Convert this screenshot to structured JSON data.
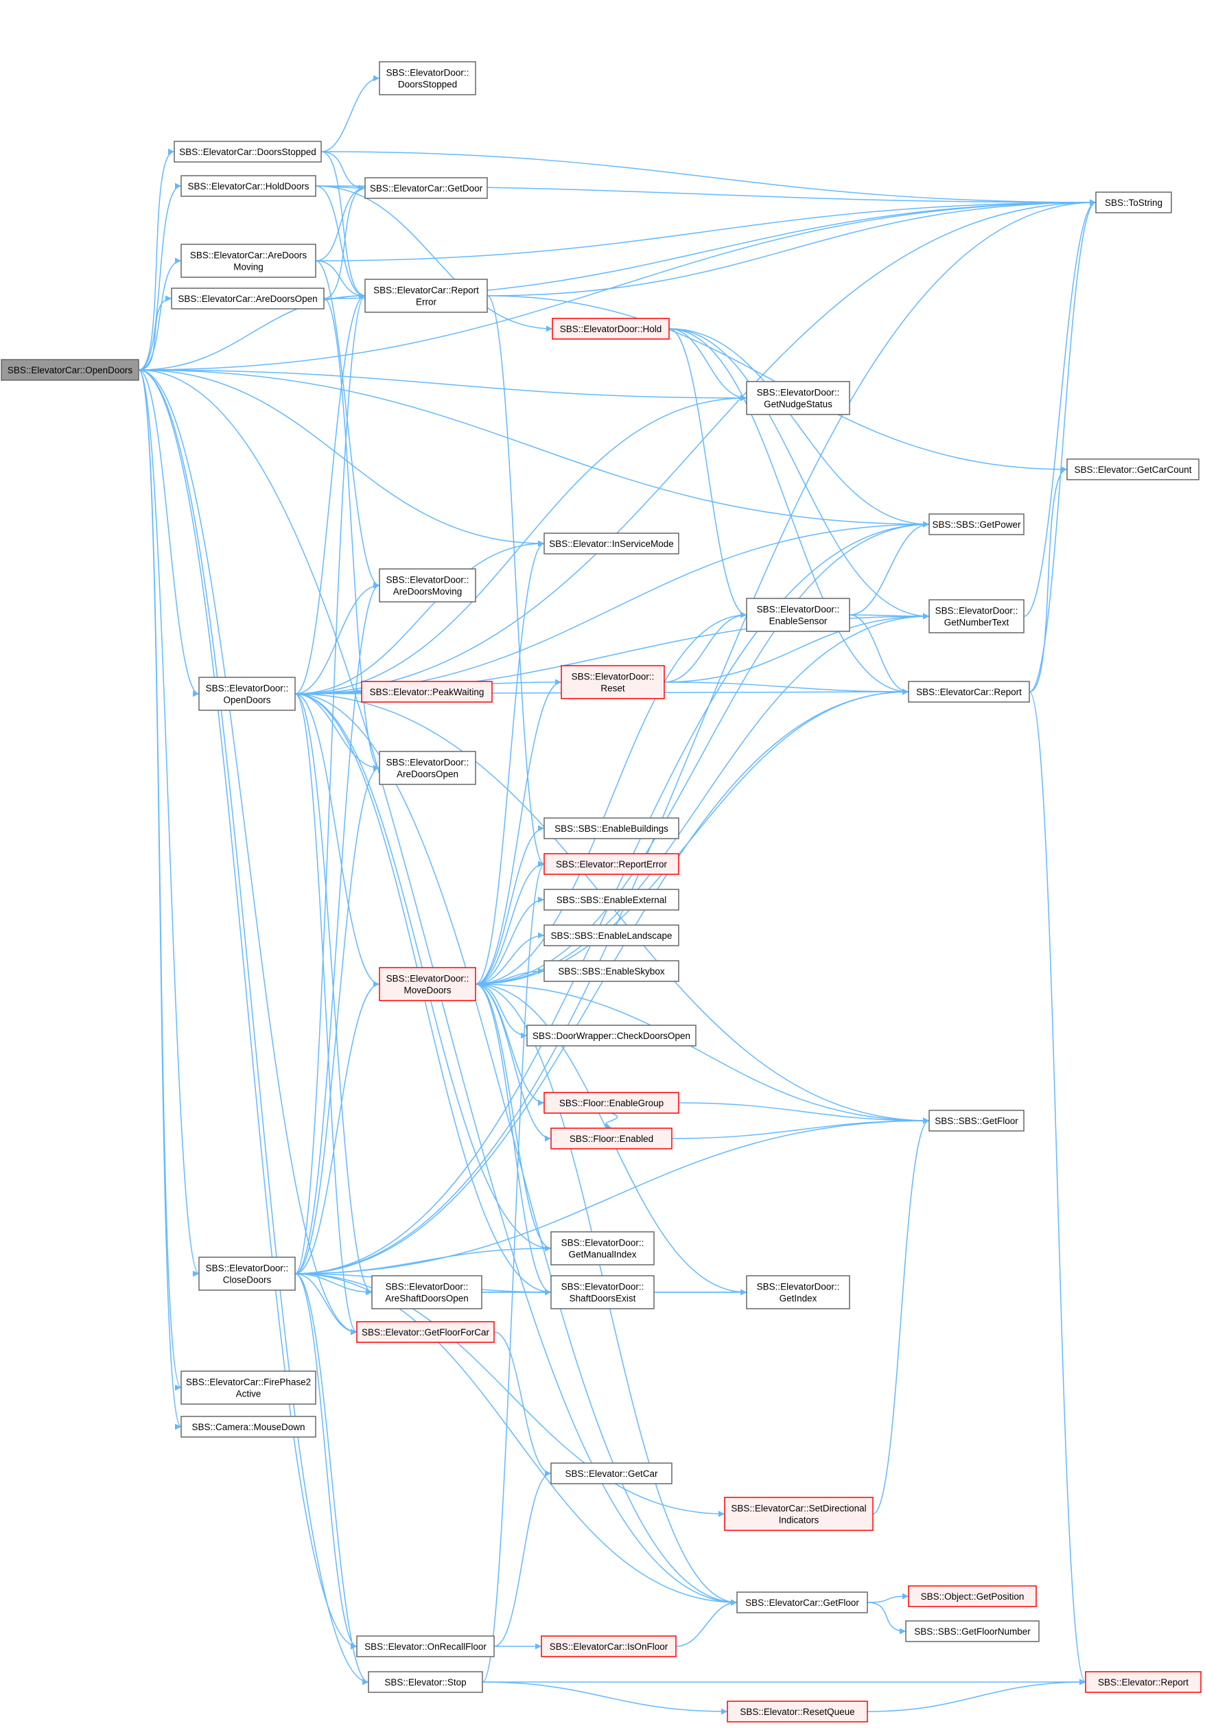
{
  "colors": {
    "edge": "#63b8ff",
    "node_fill": "#ffffff",
    "node_stroke": "#666666",
    "root_fill": "#999999",
    "root_stroke": "#666666",
    "truncated_fill": "#fff0f0",
    "truncated_stroke": "#ff0000"
  },
  "nodes": [
    {
      "id": "opendoors_car",
      "lines": [
        "SBS::ElevatorCar::OpenDoors"
      ],
      "style": "root"
    },
    {
      "id": "tostring",
      "lines": [
        "SBS::ToString"
      ],
      "style": "normal"
    },
    {
      "id": "door_doorsstopped",
      "lines": [
        "SBS::ElevatorDoor::",
        "DoorsStopped"
      ],
      "style": "normal"
    },
    {
      "id": "car_doorsstopped",
      "lines": [
        "SBS::ElevatorCar::DoorsStopped"
      ],
      "style": "normal"
    },
    {
      "id": "car_holddoors",
      "lines": [
        "SBS::ElevatorCar::HoldDoors"
      ],
      "style": "normal"
    },
    {
      "id": "car_getdoor",
      "lines": [
        "SBS::ElevatorCar::GetDoor"
      ],
      "style": "normal"
    },
    {
      "id": "car_aredoorsmoving",
      "lines": [
        "SBS::ElevatorCar::AreDoors",
        "Moving"
      ],
      "style": "normal"
    },
    {
      "id": "car_aredoorsopen",
      "lines": [
        "SBS::ElevatorCar::AreDoorsOpen"
      ],
      "style": "normal"
    },
    {
      "id": "car_reporterror",
      "lines": [
        "SBS::ElevatorCar::Report",
        "Error"
      ],
      "style": "normal"
    },
    {
      "id": "door_hold",
      "lines": [
        "SBS::ElevatorDoor::Hold"
      ],
      "style": "truncated"
    },
    {
      "id": "door_getnudgestatus",
      "lines": [
        "SBS::ElevatorDoor::",
        "GetNudgeStatus"
      ],
      "style": "normal"
    },
    {
      "id": "elev_getcarcount",
      "lines": [
        "SBS::Elevator::GetCarCount"
      ],
      "style": "normal"
    },
    {
      "id": "sbs_getpower",
      "lines": [
        "SBS::SBS::GetPower"
      ],
      "style": "normal"
    },
    {
      "id": "elev_inservicemode",
      "lines": [
        "SBS::Elevator::InServiceMode"
      ],
      "style": "normal"
    },
    {
      "id": "door_aredoorsmoving",
      "lines": [
        "SBS::ElevatorDoor::",
        "AreDoorsMoving"
      ],
      "style": "normal"
    },
    {
      "id": "door_enablesensor",
      "lines": [
        "SBS::ElevatorDoor::",
        "EnableSensor"
      ],
      "style": "normal"
    },
    {
      "id": "door_getnumbertext",
      "lines": [
        "SBS::ElevatorDoor::",
        "GetNumberText"
      ],
      "style": "normal"
    },
    {
      "id": "door_reset",
      "lines": [
        "SBS::ElevatorDoor::",
        "Reset"
      ],
      "style": "truncated"
    },
    {
      "id": "door_opendoors",
      "lines": [
        "SBS::ElevatorDoor::",
        "OpenDoors"
      ],
      "style": "normal"
    },
    {
      "id": "elev_peakwaiting",
      "lines": [
        "SBS::Elevator::PeakWaiting"
      ],
      "style": "truncated"
    },
    {
      "id": "car_report",
      "lines": [
        "SBS::ElevatorCar::Report"
      ],
      "style": "normal"
    },
    {
      "id": "door_aredoorsopen",
      "lines": [
        "SBS::ElevatorDoor::",
        "AreDoorsOpen"
      ],
      "style": "normal"
    },
    {
      "id": "sbs_enablebuildings",
      "lines": [
        "SBS::SBS::EnableBuildings"
      ],
      "style": "normal"
    },
    {
      "id": "elev_reporterror",
      "lines": [
        "SBS::Elevator::ReportError"
      ],
      "style": "truncated"
    },
    {
      "id": "sbs_enableexternal",
      "lines": [
        "SBS::SBS::EnableExternal"
      ],
      "style": "normal"
    },
    {
      "id": "sbs_enablelandscape",
      "lines": [
        "SBS::SBS::EnableLandscape"
      ],
      "style": "normal"
    },
    {
      "id": "sbs_enableskybox",
      "lines": [
        "SBS::SBS::EnableSkybox"
      ],
      "style": "normal"
    },
    {
      "id": "door_movedoors",
      "lines": [
        "SBS::ElevatorDoor::",
        "MoveDoors"
      ],
      "style": "truncated"
    },
    {
      "id": "doorwrapper_checkdoorsopen",
      "lines": [
        "SBS::DoorWrapper::CheckDoorsOpen"
      ],
      "style": "normal"
    },
    {
      "id": "floor_enablegroup",
      "lines": [
        "SBS::Floor::EnableGroup"
      ],
      "style": "truncated"
    },
    {
      "id": "sbs_getfloor",
      "lines": [
        "SBS::SBS::GetFloor"
      ],
      "style": "normal"
    },
    {
      "id": "floor_enabled",
      "lines": [
        "SBS::Floor::Enabled"
      ],
      "style": "truncated"
    },
    {
      "id": "door_getmanualindex",
      "lines": [
        "SBS::ElevatorDoor::",
        "GetManualIndex"
      ],
      "style": "normal"
    },
    {
      "id": "door_closedoors",
      "lines": [
        "SBS::ElevatorDoor::",
        "CloseDoors"
      ],
      "style": "normal"
    },
    {
      "id": "door_areshaftdoorsopen",
      "lines": [
        "SBS::ElevatorDoor::",
        "AreShaftDoorsOpen"
      ],
      "style": "normal"
    },
    {
      "id": "door_shaftdoorsexist",
      "lines": [
        "SBS::ElevatorDoor::",
        "ShaftDoorsExist"
      ],
      "style": "normal"
    },
    {
      "id": "door_getindex",
      "lines": [
        "SBS::ElevatorDoor::",
        "GetIndex"
      ],
      "style": "normal"
    },
    {
      "id": "elev_getfloorforcar",
      "lines": [
        "SBS::Elevator::GetFloorForCar"
      ],
      "style": "truncated"
    },
    {
      "id": "car_firephase2active",
      "lines": [
        "SBS::ElevatorCar::FirePhase2",
        "Active"
      ],
      "style": "normal"
    },
    {
      "id": "camera_mousedown",
      "lines": [
        "SBS::Camera::MouseDown"
      ],
      "style": "normal"
    },
    {
      "id": "elev_getcar",
      "lines": [
        "SBS::Elevator::GetCar"
      ],
      "style": "normal"
    },
    {
      "id": "car_setdirectionalindicators",
      "lines": [
        "SBS::ElevatorCar::SetDirectional",
        "Indicators"
      ],
      "style": "truncated"
    },
    {
      "id": "car_getfloor",
      "lines": [
        "SBS::ElevatorCar::GetFloor"
      ],
      "style": "normal"
    },
    {
      "id": "object_getposition",
      "lines": [
        "SBS::Object::GetPosition"
      ],
      "style": "truncated"
    },
    {
      "id": "sbs_getfloornumber",
      "lines": [
        "SBS::SBS::GetFloorNumber"
      ],
      "style": "normal"
    },
    {
      "id": "elev_onrecallfloor",
      "lines": [
        "SBS::Elevator::OnRecallFloor"
      ],
      "style": "normal"
    },
    {
      "id": "car_isonfloor",
      "lines": [
        "SBS::ElevatorCar::IsOnFloor"
      ],
      "style": "truncated"
    },
    {
      "id": "elev_stop",
      "lines": [
        "SBS::Elevator::Stop"
      ],
      "style": "normal"
    },
    {
      "id": "elev_report",
      "lines": [
        "SBS::Elevator::Report"
      ],
      "style": "truncated"
    },
    {
      "id": "elev_resetqueue",
      "lines": [
        "SBS::Elevator::ResetQueue"
      ],
      "style": "truncated"
    }
  ],
  "edges": [
    [
      "opendoors_car",
      "tostring"
    ],
    [
      "opendoors_car",
      "car_doorsstopped"
    ],
    [
      "opendoors_car",
      "car_holddoors"
    ],
    [
      "opendoors_car",
      "car_aredoorsmoving"
    ],
    [
      "opendoors_car",
      "car_aredoorsopen"
    ],
    [
      "opendoors_car",
      "car_reporterror"
    ],
    [
      "opendoors_car",
      "door_getnudgestatus"
    ],
    [
      "opendoors_car",
      "sbs_getpower"
    ],
    [
      "opendoors_car",
      "elev_inservicemode"
    ],
    [
      "opendoors_car",
      "door_opendoors"
    ],
    [
      "opendoors_car",
      "door_closedoors"
    ],
    [
      "opendoors_car",
      "car_firephase2active"
    ],
    [
      "opendoors_car",
      "camera_mousedown"
    ],
    [
      "opendoors_car",
      "elev_onrecallfloor"
    ],
    [
      "opendoors_car",
      "elev_stop"
    ],
    [
      "opendoors_car",
      "car_getfloor"
    ],
    [
      "opendoors_car",
      "elev_getfloorforcar"
    ],
    [
      "car_doorsstopped",
      "door_doorsstopped"
    ],
    [
      "car_doorsstopped",
      "car_getdoor"
    ],
    [
      "car_doorsstopped",
      "car_reporterror"
    ],
    [
      "car_doorsstopped",
      "tostring"
    ],
    [
      "car_holddoors",
      "car_getdoor"
    ],
    [
      "car_holddoors",
      "car_reporterror"
    ],
    [
      "car_holddoors",
      "door_hold"
    ],
    [
      "car_holddoors",
      "tostring"
    ],
    [
      "car_aredoorsmoving",
      "car_getdoor"
    ],
    [
      "car_aredoorsmoving",
      "car_reporterror"
    ],
    [
      "car_aredoorsmoving",
      "door_aredoorsmoving"
    ],
    [
      "car_aredoorsmoving",
      "tostring"
    ],
    [
      "car_aredoorsopen",
      "car_getdoor"
    ],
    [
      "car_aredoorsopen",
      "car_reporterror"
    ],
    [
      "car_aredoorsopen",
      "door_aredoorsopen"
    ],
    [
      "car_aredoorsopen",
      "tostring"
    ],
    [
      "car_reporterror",
      "elev_getcarcount"
    ],
    [
      "car_reporterror",
      "elev_reporterror"
    ],
    [
      "car_reporterror",
      "tostring"
    ],
    [
      "door_hold",
      "door_getnudgestatus"
    ],
    [
      "door_hold",
      "sbs_getpower"
    ],
    [
      "door_hold",
      "door_enablesensor"
    ],
    [
      "door_hold",
      "door_getnumbertext"
    ],
    [
      "door_hold",
      "car_report"
    ],
    [
      "door_enablesensor",
      "sbs_getpower"
    ],
    [
      "door_enablesensor",
      "door_getnumbertext"
    ],
    [
      "door_enablesensor",
      "car_report"
    ],
    [
      "door_reset",
      "door_enablesensor"
    ],
    [
      "door_reset",
      "door_getnumbertext"
    ],
    [
      "door_reset",
      "car_report"
    ],
    [
      "door_getnumbertext",
      "tostring"
    ],
    [
      "car_report",
      "tostring"
    ],
    [
      "car_report",
      "elev_getcarcount"
    ],
    [
      "car_report",
      "elev_report"
    ],
    [
      "door_opendoors",
      "door_getnudgestatus"
    ],
    [
      "door_opendoors",
      "sbs_getpower"
    ],
    [
      "door_opendoors",
      "elev_inservicemode"
    ],
    [
      "door_opendoors",
      "door_aredoorsmoving"
    ],
    [
      "door_opendoors",
      "door_reset"
    ],
    [
      "door_opendoors",
      "elev_peakwaiting"
    ],
    [
      "door_opendoors",
      "car_report"
    ],
    [
      "door_opendoors",
      "door_aredoorsopen"
    ],
    [
      "door_opendoors",
      "door_movedoors"
    ],
    [
      "door_opendoors",
      "door_getmanualindex"
    ],
    [
      "door_opendoors",
      "door_areshaftdoorsopen"
    ],
    [
      "door_opendoors",
      "door_shaftdoorsexist"
    ],
    [
      "door_opendoors",
      "elev_getfloorforcar"
    ],
    [
      "door_opendoors",
      "sbs_getfloor"
    ],
    [
      "door_opendoors",
      "car_reporterror"
    ],
    [
      "door_opendoors",
      "door_getnumbertext"
    ],
    [
      "door_opendoors",
      "tostring"
    ],
    [
      "door_opendoors",
      "car_getfloor"
    ],
    [
      "door_movedoors",
      "elev_inservicemode"
    ],
    [
      "door_movedoors",
      "sbs_getpower"
    ],
    [
      "door_movedoors",
      "door_enablesensor"
    ],
    [
      "door_movedoors",
      "door_reset"
    ],
    [
      "door_movedoors",
      "door_getnumbertext"
    ],
    [
      "door_movedoors",
      "car_report"
    ],
    [
      "door_movedoors",
      "sbs_enablebuildings"
    ],
    [
      "door_movedoors",
      "elev_reporterror"
    ],
    [
      "door_movedoors",
      "sbs_enableexternal"
    ],
    [
      "door_movedoors",
      "sbs_enablelandscape"
    ],
    [
      "door_movedoors",
      "sbs_enableskybox"
    ],
    [
      "door_movedoors",
      "doorwrapper_checkdoorsopen"
    ],
    [
      "door_movedoors",
      "floor_enablegroup"
    ],
    [
      "door_movedoors",
      "floor_enabled"
    ],
    [
      "door_movedoors",
      "sbs_getfloor"
    ],
    [
      "door_movedoors",
      "door_getmanualindex"
    ],
    [
      "door_movedoors",
      "door_shaftdoorsexist"
    ],
    [
      "door_movedoors",
      "door_getindex"
    ],
    [
      "door_movedoors",
      "car_getfloor"
    ],
    [
      "floor_enablegroup",
      "floor_enabled"
    ],
    [
      "floor_enablegroup",
      "sbs_getfloor"
    ],
    [
      "floor_enabled",
      "sbs_getfloor"
    ],
    [
      "door_closedoors",
      "car_reporterror"
    ],
    [
      "door_closedoors",
      "door_aredoorsmoving"
    ],
    [
      "door_closedoors",
      "door_aredoorsopen"
    ],
    [
      "door_closedoors",
      "door_movedoors"
    ],
    [
      "door_closedoors",
      "door_getmanualindex"
    ],
    [
      "door_closedoors",
      "door_areshaftdoorsopen"
    ],
    [
      "door_closedoors",
      "door_shaftdoorsexist"
    ],
    [
      "door_closedoors",
      "elev_getfloorforcar"
    ],
    [
      "door_closedoors",
      "sbs_getpower"
    ],
    [
      "door_closedoors",
      "car_report"
    ],
    [
      "door_closedoors",
      "sbs_getfloor"
    ],
    [
      "door_closedoors",
      "car_setdirectionalindicators"
    ],
    [
      "door_closedoors",
      "car_getfloor"
    ],
    [
      "door_closedoors",
      "elev_onrecallfloor"
    ],
    [
      "door_closedoors",
      "elev_stop"
    ],
    [
      "door_closedoors",
      "tostring"
    ],
    [
      "door_areshaftdoorsopen",
      "door_shaftdoorsexist"
    ],
    [
      "door_areshaftdoorsopen",
      "door_getindex"
    ],
    [
      "door_shaftdoorsexist",
      "door_getindex"
    ],
    [
      "elev_getfloorforcar",
      "elev_getcar"
    ],
    [
      "car_setdirectionalindicators",
      "sbs_getfloor"
    ],
    [
      "car_getfloor",
      "object_getposition"
    ],
    [
      "car_getfloor",
      "sbs_getfloornumber"
    ],
    [
      "elev_onrecallfloor",
      "elev_getcar"
    ],
    [
      "elev_onrecallfloor",
      "car_isonfloor"
    ],
    [
      "car_isonfloor",
      "car_getfloor"
    ],
    [
      "elev_stop",
      "elev_report"
    ],
    [
      "elev_stop",
      "elev_resetqueue"
    ],
    [
      "elev_stop",
      "elev_reporterror"
    ],
    [
      "elev_resetqueue",
      "elev_report"
    ]
  ]
}
